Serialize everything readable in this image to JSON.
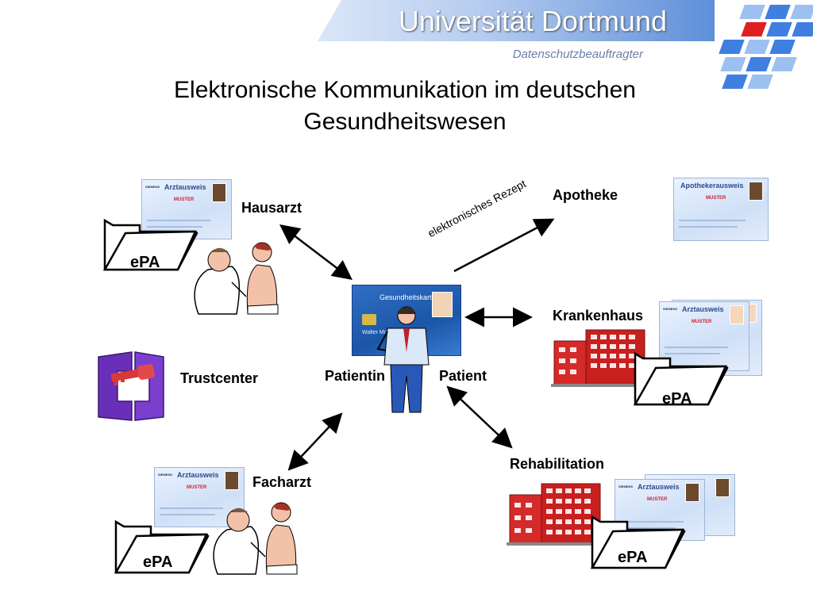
{
  "header": {
    "university": "Universität Dortmund",
    "department": "Datenschutzbeauftragter"
  },
  "title": "Elektronische Kommunikation im deutschen Gesundheitswesen",
  "nodes": {
    "hausarzt": "Hausarzt",
    "apotheke": "Apotheke",
    "krankenhaus": "Krankenhaus",
    "trustcenter": "Trustcenter",
    "patientin": "Patientin",
    "patient": "Patient",
    "facharzt": "Facharzt",
    "rehabilitation": "Rehabilitation"
  },
  "epa_labels": {
    "hausarzt": "ePA",
    "krankenhaus": "ePA",
    "facharzt": "ePA",
    "rehabilitation": "ePA"
  },
  "edge_labels": {
    "rezept": "elektronisches Rezept"
  },
  "cards": {
    "arztausweis": "Arztausweis",
    "apothekerausweis": "Apothekerausweis",
    "gesundheitskarte": "Gesundheitskarte",
    "brand": "SIEMENS",
    "muster": "MUSTER",
    "holder": "Walter Mustermann"
  },
  "colors": {
    "banner_dark": "#5e8fd8",
    "logo_blue": "#3f7fe0",
    "logo_red": "#e02020",
    "trustcenter_purple": "#6a2fb8",
    "key_red": "#d83a3a",
    "building_red": "#d42a2a",
    "card_blue": "#cfe0f7"
  },
  "icons": [
    "university-logo-icon",
    "folder-icon",
    "doctor-examining-icon",
    "businessman-icon",
    "hospital-building-icon",
    "trustcenter-key-icon",
    "health-card-icon"
  ]
}
